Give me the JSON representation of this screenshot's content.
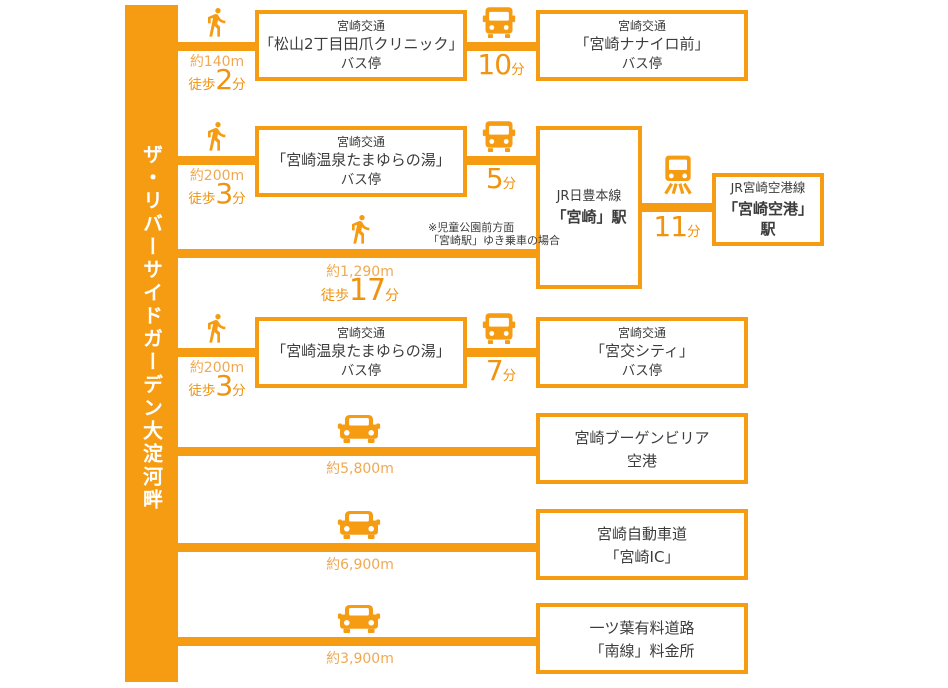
{
  "colors": {
    "main_orange": "#F59C12",
    "light_orange": "#F0A952",
    "time_orange": "#F0930E",
    "text_dark": "#3C3C3C"
  },
  "origin": {
    "name": "ザ・リバーサイドガーデン大淀河畔"
  },
  "rows": {
    "row1": {
      "walk": {
        "distance": "約140m",
        "label": "徒歩",
        "minutes": "2",
        "unit": "分"
      },
      "from_stop": {
        "company": "宮崎交通",
        "name": "「松山2丁目田爪クリニック」",
        "type": "バス停"
      },
      "bus": {
        "minutes": "10",
        "unit": "分"
      },
      "to_stop": {
        "company": "宮崎交通",
        "name": "「宮崎ナナイロ前」",
        "type": "バス停"
      }
    },
    "row2": {
      "walk": {
        "distance": "約200m",
        "label": "徒歩",
        "minutes": "3",
        "unit": "分"
      },
      "from_stop": {
        "company": "宮崎交通",
        "name": "「宮崎温泉たまゆらの湯」",
        "type": "バス停"
      },
      "bus": {
        "minutes": "5",
        "unit": "分"
      },
      "station": {
        "line": "JR日豊本線",
        "name": "「宮崎」駅"
      },
      "train": {
        "minutes": "11",
        "unit": "分"
      },
      "to_station": {
        "line": "JR宮崎空港線",
        "name": "「宮崎空港」駅"
      }
    },
    "walk_direct": {
      "note_line1": "※児童公園前方面",
      "note_line2": "「宮崎駅」ゆき乗車の場合",
      "distance": "約1,290m",
      "label": "徒歩",
      "minutes": "17",
      "unit": "分"
    },
    "row3": {
      "walk": {
        "distance": "約200m",
        "label": "徒歩",
        "minutes": "3",
        "unit": "分"
      },
      "from_stop": {
        "company": "宮崎交通",
        "name": "「宮崎温泉たまゆらの湯」",
        "type": "バス停"
      },
      "bus": {
        "minutes": "7",
        "unit": "分"
      },
      "to_stop": {
        "company": "宮崎交通",
        "name": "「宮交シティ」",
        "type": "バス停"
      }
    },
    "row4": {
      "car": {
        "distance": "約5,800m"
      },
      "dest": {
        "line1": "宮崎ブーゲンビリア",
        "line2": "空港"
      }
    },
    "row5": {
      "car": {
        "distance": "約6,900m"
      },
      "dest": {
        "line1": "宮崎自動車道",
        "line2": "「宮崎IC」"
      }
    },
    "row6": {
      "car": {
        "distance": "約3,900m"
      },
      "dest": {
        "line1": "一ツ葉有料道路",
        "line2": "「南線」料金所"
      }
    }
  }
}
